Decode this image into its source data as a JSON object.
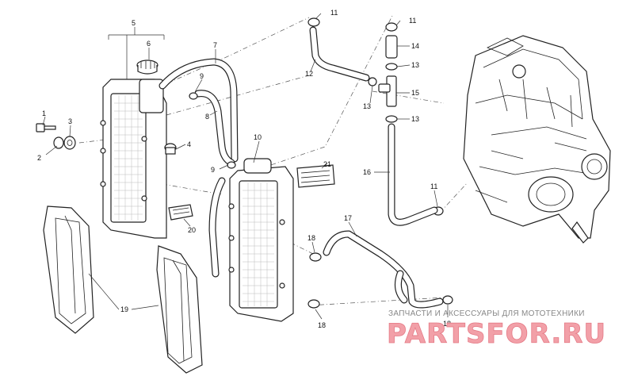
{
  "diagram": {
    "callouts": [
      {
        "id": "c1",
        "text": "1"
      },
      {
        "id": "c2",
        "text": "2"
      },
      {
        "id": "c3",
        "text": "3"
      },
      {
        "id": "c4",
        "text": "4"
      },
      {
        "id": "c5",
        "text": "5"
      },
      {
        "id": "c6",
        "text": "6"
      },
      {
        "id": "c7",
        "text": "7"
      },
      {
        "id": "c8",
        "text": "8"
      },
      {
        "id": "c9a",
        "text": "9"
      },
      {
        "id": "c9b",
        "text": "9"
      },
      {
        "id": "c10",
        "text": "10"
      },
      {
        "id": "c11a",
        "text": "11"
      },
      {
        "id": "c11b",
        "text": "11"
      },
      {
        "id": "c11c",
        "text": "11"
      },
      {
        "id": "c12",
        "text": "12"
      },
      {
        "id": "c13a",
        "text": "13"
      },
      {
        "id": "c13b",
        "text": "13"
      },
      {
        "id": "c13c",
        "text": "13"
      },
      {
        "id": "c14",
        "text": "14"
      },
      {
        "id": "c15",
        "text": "15"
      },
      {
        "id": "c16",
        "text": "16"
      },
      {
        "id": "c17",
        "text": "17"
      },
      {
        "id": "c18a",
        "text": "18"
      },
      {
        "id": "c18b",
        "text": "18"
      },
      {
        "id": "c18c",
        "text": "18"
      },
      {
        "id": "c19",
        "text": "19"
      },
      {
        "id": "c20",
        "text": "20"
      },
      {
        "id": "c21",
        "text": "21"
      }
    ]
  },
  "watermark": {
    "subtitle": "ЗАПЧАСТИ И АКСЕССУАРЫ ДЛЯ МОТОТЕХНИКИ",
    "brand": "PARTSFOR.RU"
  },
  "colors": {
    "line": "#222222",
    "watermark_fill": "#f2a0a8",
    "watermark_stroke": "#e57a86"
  }
}
